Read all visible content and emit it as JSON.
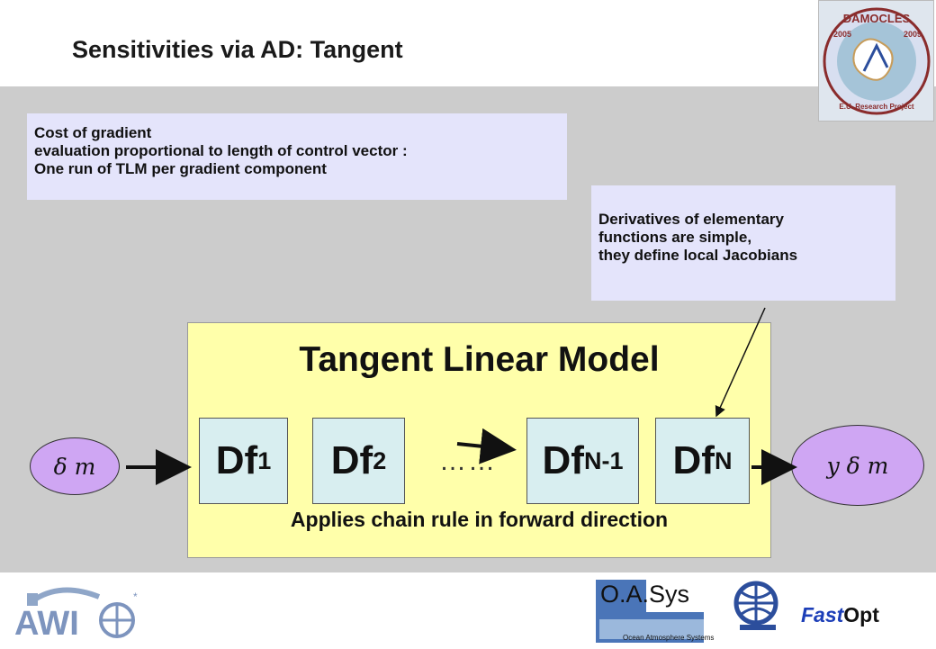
{
  "title": "Sensitivities via AD: Tangent",
  "note_cost": {
    "lines": [
      "Cost of gradient",
      "evaluation proportional to length of control vector :",
      "One run of TLM per gradient component"
    ]
  },
  "note_derivatives": {
    "lines": [
      "Derivatives of elementary",
      "functions are simple,",
      "they define local Jacobians"
    ]
  },
  "tlm": {
    "title": "Tangent Linear Model",
    "subtitle": "Applies chain rule in forward direction",
    "blocks": [
      {
        "base": "Df",
        "sub": "1"
      },
      {
        "base": "Df",
        "sub": "2"
      },
      {
        "base": "Df",
        "sub": "N-1"
      },
      {
        "base": "Df",
        "sub": "N"
      }
    ],
    "dots": "……"
  },
  "input": {
    "label": "δ m"
  },
  "output": {
    "label": " y δ m"
  },
  "logos": {
    "damocles": {
      "top": "DAMOCLES",
      "years_left": "2005",
      "years_right": "2009",
      "bottom": "E.U. Research Project"
    },
    "awi": {
      "text": "AWI"
    },
    "oasys": {
      "name": "O.A.Sys",
      "tagline": "Ocean Atmosphere Systems"
    },
    "fastopt": {
      "fast": "Fast",
      "opt": "Opt"
    }
  },
  "colors": {
    "band": "#cccccc",
    "note": "#e4e4fb",
    "tlm_box": "#ffffaa",
    "df_block": "#d8eef0",
    "ellipse": "#cfa6f3",
    "fast": "#1d3fb8"
  }
}
